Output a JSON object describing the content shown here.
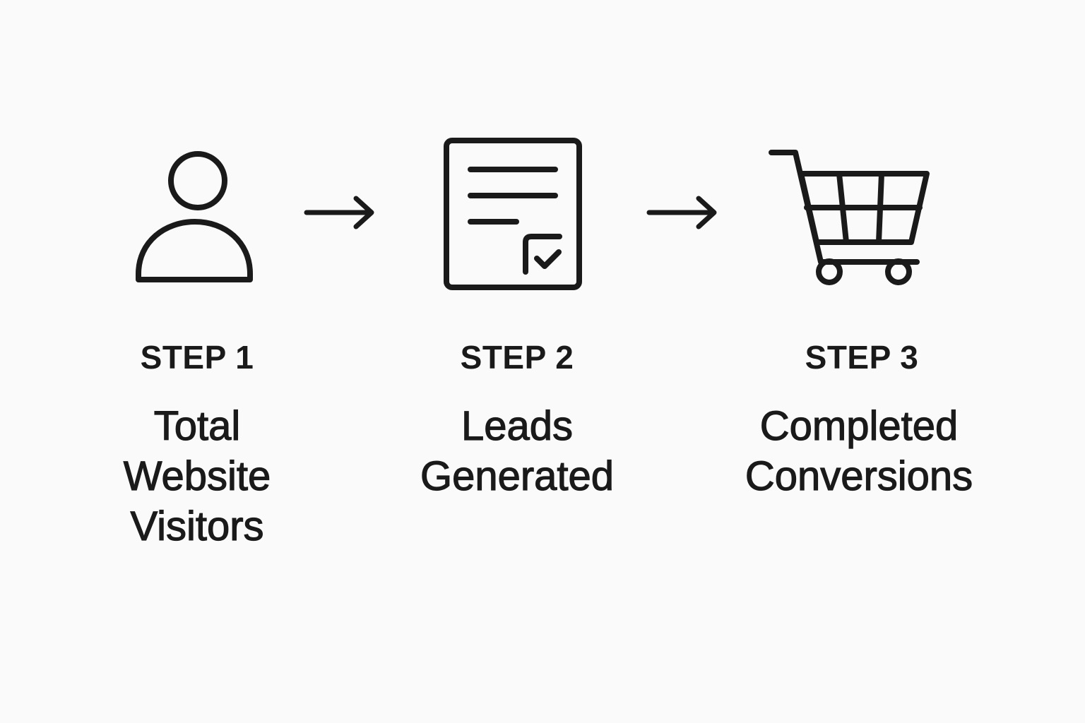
{
  "colors": {
    "background": "#fafafa",
    "ink": "#1a1a1a"
  },
  "steps": [
    {
      "label": "STEP 1",
      "title_lines": [
        "Total",
        "Website",
        "Visitors"
      ],
      "icon": "user-icon"
    },
    {
      "label": "STEP 2",
      "title_lines": [
        "Leads",
        "Generated"
      ],
      "icon": "document-check-icon"
    },
    {
      "label": "STEP 3",
      "title_lines": [
        "Completed",
        "Conversions"
      ],
      "icon": "shopping-cart-icon"
    }
  ],
  "connectors": [
    {
      "icon": "arrow-right-icon"
    },
    {
      "icon": "arrow-right-icon"
    }
  ]
}
